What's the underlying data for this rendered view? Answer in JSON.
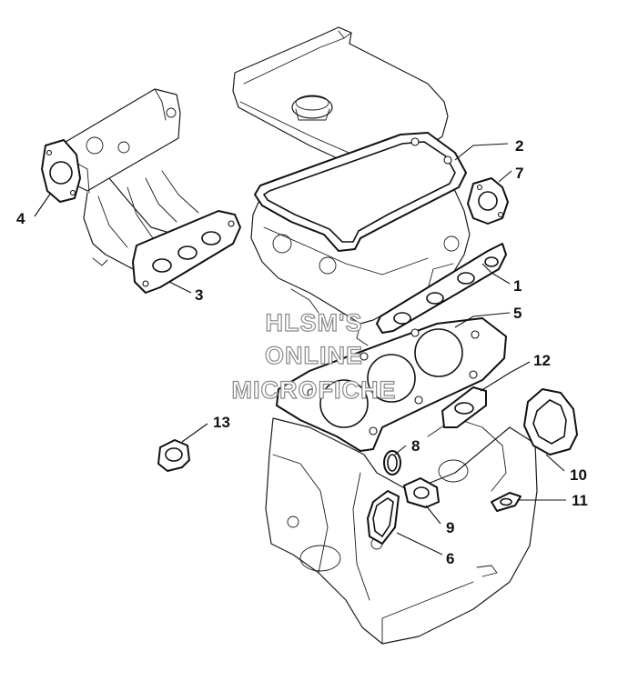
{
  "callouts": [
    {
      "label": "1"
    },
    {
      "label": "2"
    },
    {
      "label": "3"
    },
    {
      "label": "4"
    },
    {
      "label": "5"
    },
    {
      "label": "6"
    },
    {
      "label": "7"
    },
    {
      "label": "8"
    },
    {
      "label": "9"
    },
    {
      "label": "10"
    },
    {
      "label": "11"
    },
    {
      "label": "12"
    },
    {
      "label": "13"
    }
  ],
  "watermark": {
    "line1": "HLSM'S",
    "line2": "ONLINE",
    "line3": "MICROFICHE"
  }
}
